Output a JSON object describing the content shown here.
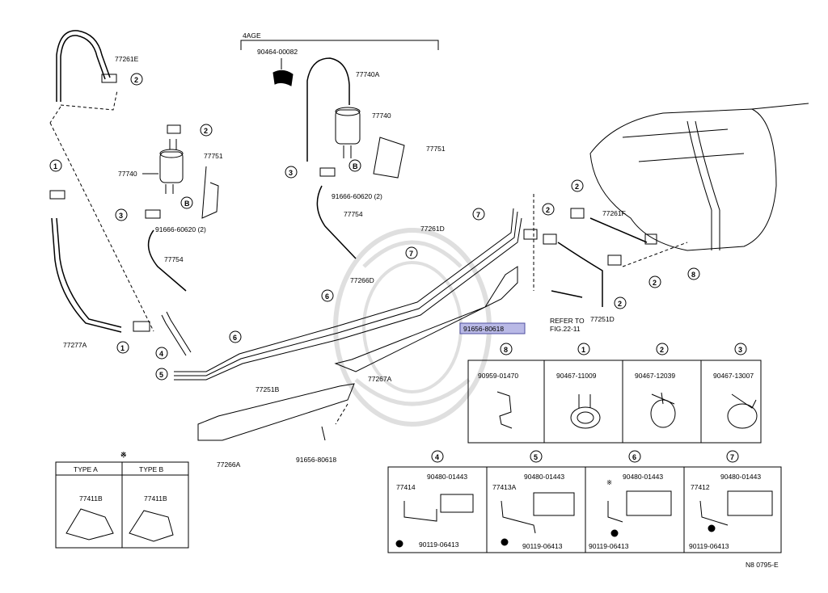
{
  "header": {
    "engine_variant": "4AGE"
  },
  "labels": {
    "hose_77261E": "77261E",
    "clamp_90464": "90464-00082",
    "hose_77740A": "77740A",
    "canister_left": "77740",
    "canister_right": "77740",
    "bracket_77751_left": "77751",
    "bracket_77751_right": "77751",
    "bolt_left": "91666-60620 (2)",
    "bolt_right": "91666-60620 (2)",
    "hose_77754_left": "77754",
    "hose_77754_right": "77754",
    "hose_77277A": "77277A",
    "pipe_77261D": "77261D",
    "pipe_77266D": "77266D",
    "pipe_77251B": "77251B",
    "protector_77267A": "77267A",
    "protector_77266A": "77266A",
    "hose_77261F": "77261F",
    "hose_77251D": "77251D",
    "refer_to_1": "REFER TO",
    "refer_to_2": "FIG.22-11",
    "bolt_highlight": "91656-80618",
    "bolt_lower": "91656-80618",
    "footer_code": "N8 0795-E"
  },
  "callouts": {
    "c1": "1",
    "c2": "2",
    "c3": "3",
    "c4": "4",
    "c5": "5",
    "c6": "6",
    "c7": "7",
    "c8": "8",
    "cB": "B"
  },
  "parts_table": {
    "row1": [
      {
        "key": "8",
        "part": "90959-01470"
      },
      {
        "key": "1",
        "part": "90467-11009"
      },
      {
        "key": "2",
        "part": "90467-12039"
      },
      {
        "key": "3",
        "part": "90467-13007"
      }
    ],
    "row2": [
      {
        "key": "4",
        "bracket": "77414",
        "clip": "90480-01443",
        "bolt": "90119-06413"
      },
      {
        "key": "5",
        "bracket": "77413A",
        "clip": "90480-01443",
        "bolt": "90119-06413"
      },
      {
        "key": "6",
        "bracket": "※",
        "clip": "90480-01443",
        "bolt": "90119-06413"
      },
      {
        "key": "7",
        "bracket": "77412",
        "clip": "90480-01443",
        "bolt": "90119-06413"
      }
    ]
  },
  "type_table": {
    "mark": "※",
    "type_a": {
      "header": "TYPE A",
      "part": "77411B"
    },
    "type_b": {
      "header": "TYPE B",
      "part": "77411B"
    }
  }
}
